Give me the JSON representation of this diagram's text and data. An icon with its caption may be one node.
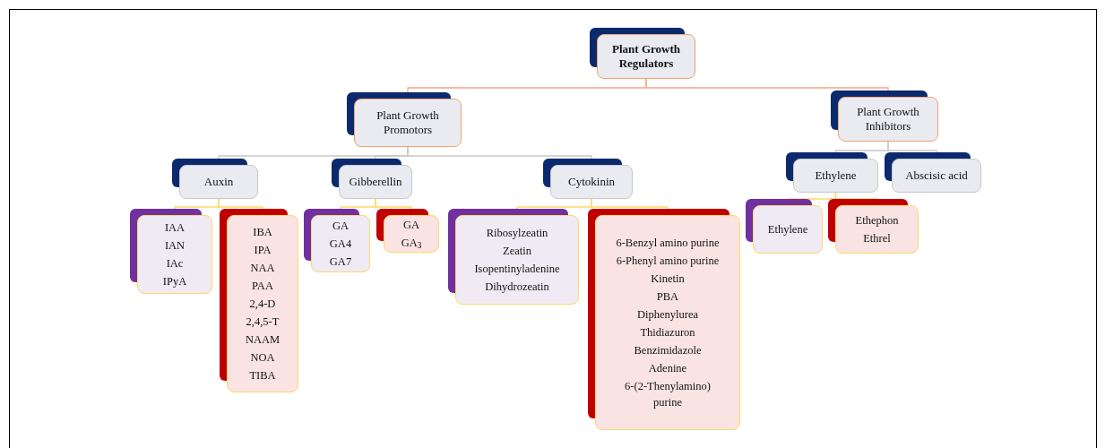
{
  "diagram": {
    "nodes": [
      {
        "text": [
          "Plant Growth Regulators"
        ]
      },
      {
        "text": [
          "Plant Growth Promotors"
        ]
      },
      {
        "text": [
          "Plant Growth Inhibitors"
        ]
      },
      {
        "text": [
          "Auxin"
        ]
      },
      {
        "text": [
          "Gibberellin"
        ]
      },
      {
        "text": [
          "Cytokinin"
        ]
      },
      {
        "text": [
          "Ethylene"
        ]
      },
      {
        "text": [
          "Abscisic acid"
        ]
      },
      {
        "text": [
          "IAA",
          "IAN",
          "IAc",
          "IPyA"
        ]
      },
      {
        "text": [
          "IBA",
          "IPA",
          "NAA",
          "PAA",
          "2,4-D",
          "2,4,5-T",
          "NAAM",
          "NOA",
          "TIBA"
        ]
      },
      {
        "text": [
          "GA",
          "GA4",
          "GA7"
        ]
      },
      {
        "text": [
          "GA",
          "GA$_{3}$"
        ]
      },
      {
        "text": [
          "Ribosylzeatin",
          "Zeatin",
          "Isopentinyladenine",
          "Dihydrozeatin"
        ]
      },
      {
        "text": [
          "6-Benzyl amino purine",
          "6-Phenyl amino purine",
          "Kinetin",
          "PBA",
          "Diphenylurea",
          "Thidiazuron",
          "Benzimidazole",
          "Adenine",
          "6-(2-Thenylamino) purine"
        ]
      },
      {
        "text": [
          "Ethylene"
        ]
      },
      {
        "text": [
          "Ethephon",
          "Ethrel"
        ]
      }
    ],
    "edges": [
      {
        "from": 0,
        "to": 1,
        "arrow": "none",
        "color": "#f4a582"
      },
      {
        "from": 0,
        "to": 2,
        "arrow": "none",
        "color": "#f4a582"
      },
      {
        "from": 1,
        "to": 3,
        "arrow": "none",
        "color": "#c8c8c8"
      },
      {
        "from": 1,
        "to": 4,
        "arrow": "none",
        "color": "#c8c8c8"
      },
      {
        "from": 1,
        "to": 5,
        "arrow": "none",
        "color": "#c8c8c8"
      },
      {
        "from": 2,
        "to": 6,
        "arrow": "none",
        "color": "#c8c8c8"
      },
      {
        "from": 2,
        "to": 7,
        "arrow": "none",
        "color": "#c8c8c8"
      },
      {
        "from": 3,
        "to": 8,
        "arrow": "none",
        "color": "#ffd966"
      },
      {
        "from": 3,
        "to": 9,
        "arrow": "none",
        "color": "#ffd966"
      },
      {
        "from": 4,
        "to": 10,
        "arrow": "none",
        "color": "#ffd966"
      },
      {
        "from": 4,
        "to": 11,
        "arrow": "none",
        "color": "#ffd966"
      },
      {
        "from": 5,
        "to": 12,
        "arrow": "none",
        "color": "#ffd966"
      },
      {
        "from": 5,
        "to": 13,
        "arrow": "none",
        "color": "#ffd966"
      },
      {
        "from": 6,
        "to": 14,
        "arrow": "none",
        "color": "#ffd966"
      },
      {
        "from": 6,
        "to": 15,
        "arrow": "none",
        "color": "#ffd966"
      }
    ]
  }
}
